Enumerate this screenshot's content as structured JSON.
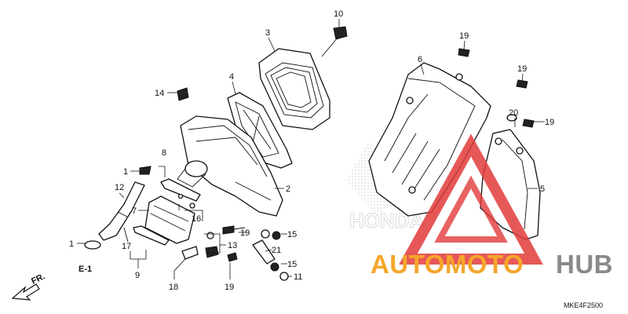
{
  "diagram": {
    "code": "MKE4F2500",
    "labels": {
      "p1a": "1",
      "p1b": "1",
      "p2": "2",
      "p3": "3",
      "p4": "4",
      "p5": "5",
      "p6": "6",
      "p7": "7",
      "p8": "8",
      "p9": "9",
      "p10": "10",
      "p11": "11",
      "p12": "12",
      "p13": "13",
      "p14": "14",
      "p15a": "15",
      "p15b": "15",
      "p16": "16",
      "p17": "17",
      "p18": "18",
      "p19a": "19",
      "p19b": "19",
      "p19c": "19",
      "p19d": "19",
      "p19e": "19",
      "p20": "20",
      "p21": "21"
    },
    "ref": "E-1",
    "fr": "FR."
  },
  "watermark": {
    "part1": "AUTOMOTO",
    "part2": "HUB",
    "brand_faint": "HONDA",
    "colors": {
      "orange": "#f4a62a",
      "gray": "#8a8a8a",
      "red": "#e23b3b"
    }
  }
}
